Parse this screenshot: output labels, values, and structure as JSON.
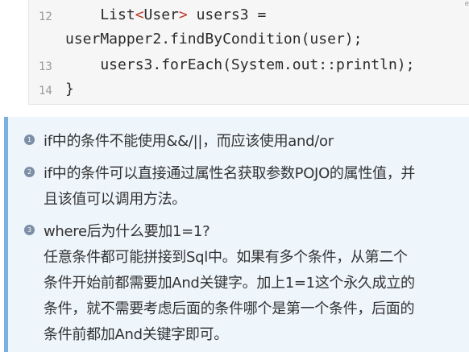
{
  "code": {
    "corner_mark": "e",
    "lines": [
      {
        "num": "12",
        "text_pre": "    List",
        "lt": "<",
        "text_mid": "User",
        "gt": ">",
        "text_post": " users3 ="
      },
      {
        "num": "",
        "text": "userMapper2.findByCondition(user);"
      },
      {
        "num": "13",
        "text": "    users3.forEach(System.out::println);"
      },
      {
        "num": "14",
        "text": "}"
      }
    ]
  },
  "notes": [
    {
      "badge": "1",
      "text": "if中的条件不能使用&&/||，而应该使用and/or"
    },
    {
      "badge": "2",
      "lines": [
        "if中的条件可以直接通过属性名获取参数POJO的属性值，并",
        "且该值可以调用方法。"
      ]
    },
    {
      "badge": "3",
      "lines": [
        "where后为什么要加1=1?",
        "任意条件都可能拼接到Sql中。如果有多个条件，从第二个",
        "条件开始前都需要加And关键字。加上1=1这个永久成立的",
        "条件，就不需要考虑后面的条件哪个是第一个条件，后面的",
        "条件前都加And关键字即可。"
      ]
    }
  ]
}
